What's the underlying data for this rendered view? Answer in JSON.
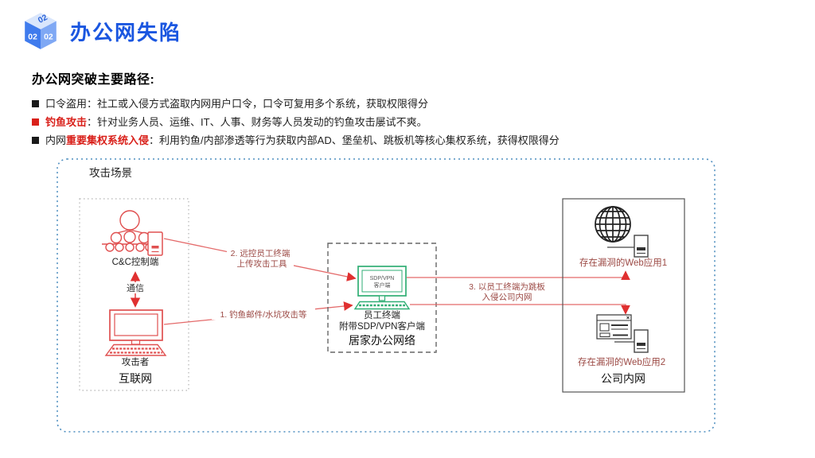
{
  "header": {
    "title": "办公网失陷",
    "icon_text": "02"
  },
  "intro": {
    "heading": "办公网突破主要路径:",
    "bullets": [
      {
        "pre": "口令盗用",
        "red": "",
        "post": "：社工或入侵方式盗取内网用户口令，口令可复用多个系统，获取权限得分"
      },
      {
        "pre": "",
        "red": "钓鱼攻击",
        "post": "：针对业务人员、运维、IT、人事、财务等人员发动的钓鱼攻击屡试不爽。"
      },
      {
        "pre": "内网",
        "red": "重要集权系统入侵",
        "post": "：利用钓鱼/内部渗透等行为获取内部AD、堡垒机、跳板机等核心集权系统，获得权限得分"
      }
    ]
  },
  "diagram": {
    "scene_label": "攻击场景",
    "internet_zone": {
      "label": "互联网",
      "cnc_label": "C&C控制端",
      "comm_label": "通信",
      "attacker_label": "攻击者"
    },
    "home_zone": {
      "label": "居家办公网络",
      "screen_line1": "SDP/VPN",
      "screen_line2": "客户端",
      "terminal_label1": "员工终端",
      "terminal_label2": "附带SDP/VPN客户端"
    },
    "intranet_zone": {
      "label": "公司内网",
      "webapp1_label": "存在漏洞的Web应用1",
      "webapp2_label": "存在漏洞的Web应用2"
    },
    "steps": [
      {
        "line1": "1. 钓鱼邮件/水坑攻击等",
        "line2": ""
      },
      {
        "line1": "2. 远控员工终端",
        "line2": "上传攻击工具"
      },
      {
        "line1": "3. 以员工终端为跳板",
        "line2": "入侵公司内网"
      }
    ]
  },
  "colors": {
    "title_blue": "#1a56e0",
    "box_blue": "#4f8fc0",
    "red": "#e05050",
    "red_line": "#e46a6a",
    "green": "#2fae74",
    "maroon": "#9c4a45",
    "hl_red": "#d9201a",
    "dark": "#444"
  }
}
